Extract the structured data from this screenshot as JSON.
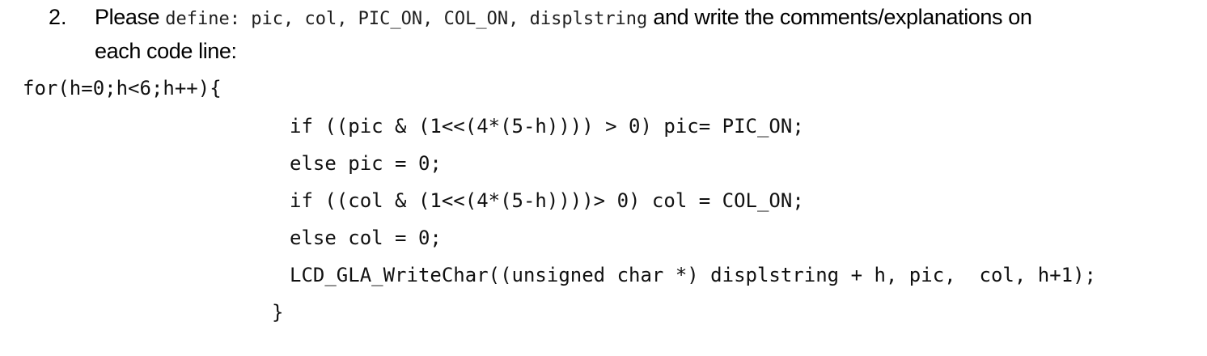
{
  "question": {
    "number": "2.",
    "prefix": "Please ",
    "define_code": "define: pic, col, PIC_ON, COL_ON, displstring",
    "suffix": " and write the comments/explanations on",
    "line2": "each code line:"
  },
  "code": {
    "lines": [
      "for(h=0;h<6;h++){",
      "if ((pic & (1<<(4*(5-h)))) > 0) pic= PIC_ON;",
      "else pic = 0;",
      "if ((col & (1<<(4*(5-h))))> 0) col = COL_ON;",
      "else col = 0;",
      "LCD_GLA_WriteChar((unsigned char *) displstring + h, pic,  col, h+1);",
      "}"
    ]
  }
}
